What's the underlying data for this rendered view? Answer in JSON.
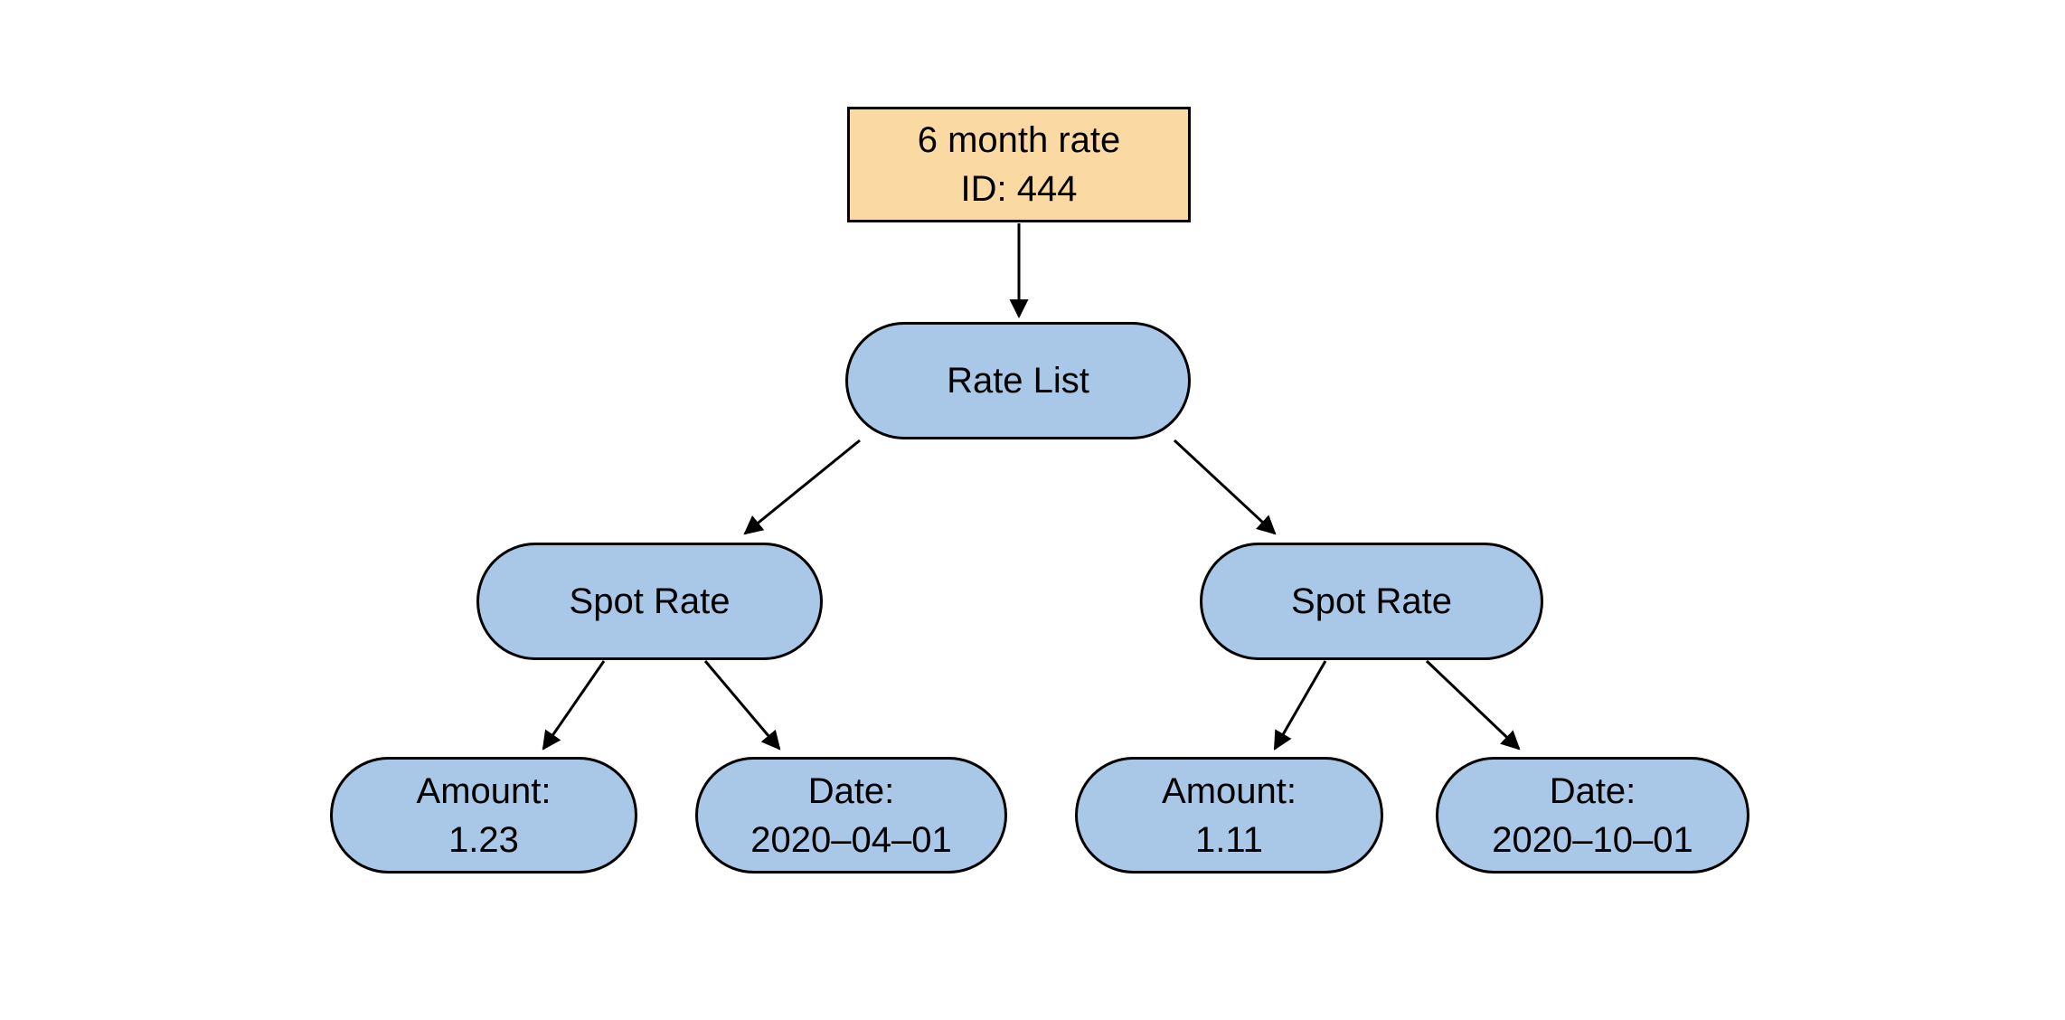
{
  "diagram": {
    "colors": {
      "root_fill": "#fbd9a2",
      "node_fill": "#a9c7e6",
      "border": "#000000"
    },
    "root": {
      "line1": "6 month rate",
      "line2": "ID: 444"
    },
    "rate_list": {
      "label": "Rate List"
    },
    "spot_left": {
      "label": "Spot Rate"
    },
    "spot_right": {
      "label": "Spot Rate"
    },
    "amount_left": {
      "line1": "Amount:",
      "line2": "1.23"
    },
    "date_left": {
      "line1": "Date:",
      "line2": "2020–04–01"
    },
    "amount_right": {
      "line1": "Amount:",
      "line2": "1.11"
    },
    "date_right": {
      "line1": "Date:",
      "line2": "2020–10–01"
    },
    "edges": [
      {
        "from": "root",
        "to": "rate_list"
      },
      {
        "from": "rate_list",
        "to": "spot_left"
      },
      {
        "from": "rate_list",
        "to": "spot_right"
      },
      {
        "from": "spot_left",
        "to": "amount_left"
      },
      {
        "from": "spot_left",
        "to": "date_left"
      },
      {
        "from": "spot_right",
        "to": "amount_right"
      },
      {
        "from": "spot_right",
        "to": "date_right"
      }
    ]
  }
}
